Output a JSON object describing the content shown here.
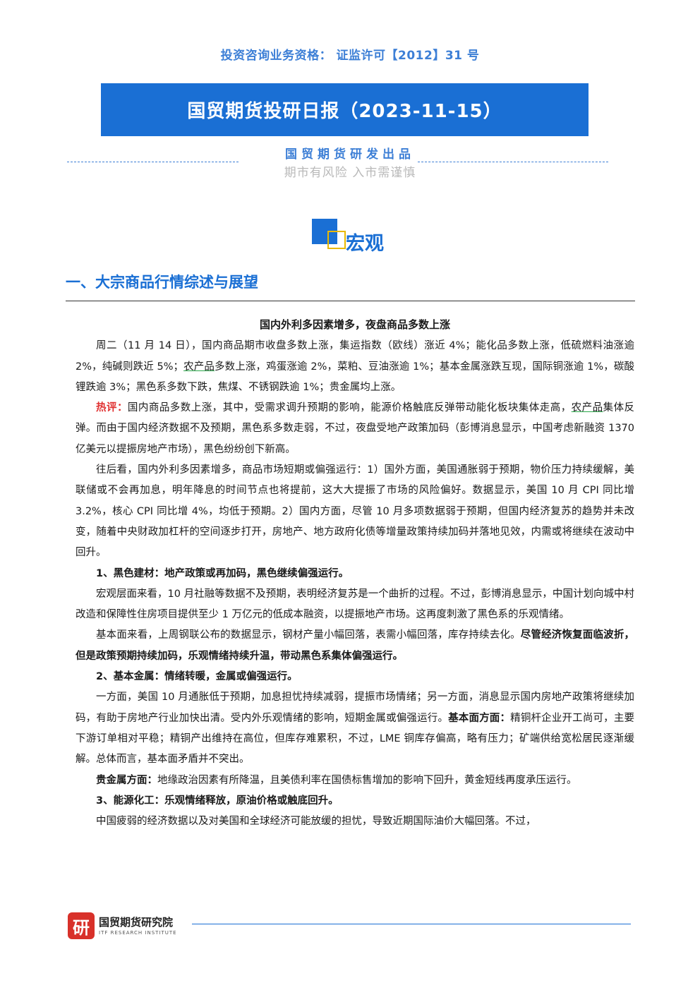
{
  "header": {
    "license": "投资咨询业务资格：  证监许可【2012】31 号",
    "banner_title": "国贸期货投研日报（2023-11-15）",
    "publisher": "国贸期货研发出品",
    "warning": "期市有风险  入市需谨慎"
  },
  "section": {
    "label": "宏观",
    "heading": "一、大宗商品行情综述与展望"
  },
  "article": {
    "title": "国内外利多因素增多，夜盘商品多数上涨",
    "p1_a": "周二（11 月 14 日），国内商品期市收盘多数上涨，集运指数（欧线）涨近 4%；能化品多数上涨，低硫燃料油涨逾 2%，纯碱则跌近 5%；",
    "p1_ul": "农产品",
    "p1_b": "多数上涨，鸡蛋涨逾 2%，菜粕、豆油涨逾 1%；基本金属涨跌互现，国际铜涨逾 1%，碳酸锂跌逾 3%；黑色系多数下跌，焦煤、不锈钢跌逾 1%；贵金属均上涨。",
    "p2_label": "热评：",
    "p2_a": "国内商品多数上涨，其中，受需求调升预期的影响，能源价格触底反弹带动能化板块集体走高，",
    "p2_ul": "农产品",
    "p2_b": "集体反弹。而由于国内经济数据不及预期，黑色系多数走弱，不过，夜盘受地产政策加码（彭博消息显示，中国考虑新融资 1370 亿美元以提振房地产市场），黑色纷纷创下新高。",
    "p3": "往后看，国内外利多因素增多，商品市场短期或偏强运行：1）国外方面，美国通胀弱于预期，物价压力持续缓解，美联储或不会再加息，明年降息的时间节点也将提前，这大大提振了市场的风险偏好。数据显示，美国 10 月 CPI 同比增 3.2%，核心 CPI 同比增 4%，均低于预期。2）国内方面，尽管 10 月多项数据弱于预期，但国内经济复苏的趋势并未改变，随着中央财政加杠杆的空间逐步打开，房地产、地方政府化债等增量政策持续加码并落地见效，内需或将继续在波动中回升。",
    "s1_heading": "1、黑色建材：地产政策或再加码，黑色继续偏强运行。",
    "s1_p1": "宏观层面来看，10 月社融等数据不及预期，表明经济复苏是一个曲折的过程。不过，彭博消息显示，中国计划向城中村改造和保障性住房项目提供至少 1 万亿元的低成本融资，以提振地产市场。这再度刺激了黑色系的乐观情绪。",
    "s1_p2_a": "基本面来看，上周钢联公布的数据显示，钢材产量小幅回落，表需小幅回落，库存持续去化。",
    "s1_p2_b": "尽管经济恢复面临波折，但是政策预期持续加码，乐观情绪持续升温，带动黑色系集体偏强运行。",
    "s2_heading": "2、基本金属：情绪转暖，金属或偏强运行。",
    "s2_p1_a": "一方面，美国 10 月通胀低于预期，加息担忧持续减弱，提振市场情绪；另一方面，消息显示国内房地产政策将继续加码，有助于房地产行业加快出清。受内外乐观情绪的影响，短期金属或偏强运行。",
    "s2_p1_label": "基本面方面：",
    "s2_p1_b": "精铜杆企业开工尚可，主要下游订单相对平稳；精铜产出维持在高位，但库存难累积，不过，LME 铜库存偏高，略有压力；矿端供给宽松居民逐渐缓解。总体而言，基本面矛盾并不突出。",
    "s2_p2_label": "贵金属方面：",
    "s2_p2": "地缘政治因素有所降温，且美债利率在国债标售增加的影响下回升，黄金短线再度承压运行。",
    "s3_heading": "3、能源化工：乐观情绪释放，原油价格或触底回升。",
    "s3_p1": "中国疲弱的经济数据以及对美国和全球经济可能放缓的担忧，导致近期国际油价大幅回落。不过，"
  },
  "footer": {
    "logo_char": "研",
    "name": "国贸期货研究院",
    "sub": "ITF RESEARCH INSTITUTE"
  }
}
